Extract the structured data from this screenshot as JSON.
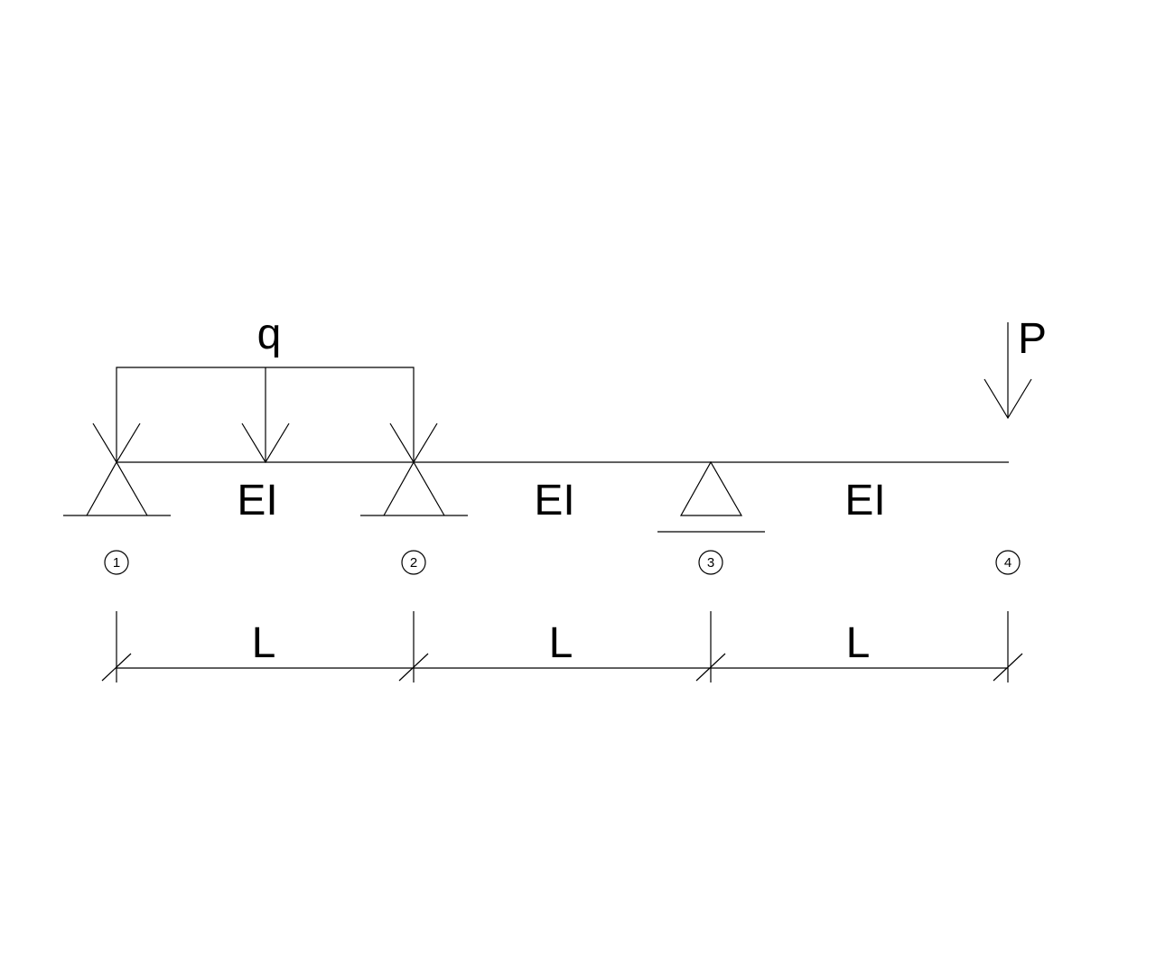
{
  "load": {
    "distributed_label": "q",
    "point_label": "P"
  },
  "spans": [
    {
      "stiffness_label": "EI",
      "length_label": "L"
    },
    {
      "stiffness_label": "EI",
      "length_label": "L"
    },
    {
      "stiffness_label": "EI",
      "length_label": "L"
    }
  ],
  "nodes": [
    "1",
    "2",
    "3",
    "4"
  ],
  "colors": {
    "line": "#000000",
    "background": "#ffffff"
  }
}
